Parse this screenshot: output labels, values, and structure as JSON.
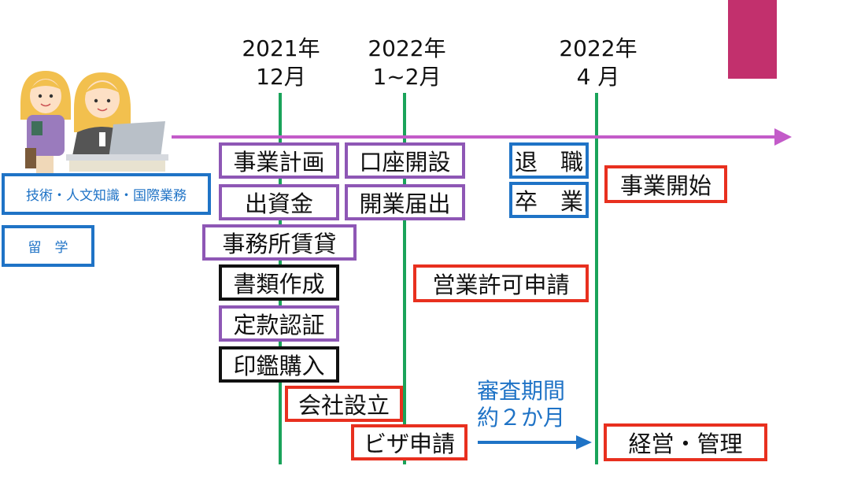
{
  "dates": {
    "d1": {
      "year": "2021年",
      "month": "12月"
    },
    "d2": {
      "year": "2022年",
      "month": "1~2月"
    },
    "d3": {
      "year": "2022年",
      "month": "4 月"
    }
  },
  "left_labels": {
    "status1": "技術・人文知識・国際業務",
    "status2": "留　学"
  },
  "col1": [
    "事業計画",
    "出資金",
    "事務所賃貸",
    "書類作成",
    "定款認証",
    "印鑑購入"
  ],
  "company": "会社設立",
  "visa": "ビザ申請",
  "col2": [
    "口座開設",
    "開業届出"
  ],
  "permit": "営業許可申請",
  "retire": [
    "退　職",
    "卒　業"
  ],
  "start": "事業開始",
  "review_period": {
    "line1": "審査期間",
    "line2": "約２か月"
  },
  "result": "経営・管理",
  "colors": {
    "timeline_arrow": "#c35bc9",
    "milestone_line": "#1aa35a",
    "purple": "#8e57b5",
    "red": "#e8301f",
    "blue": "#1f73c6",
    "accent_block": "#c2306d"
  },
  "icons": [
    "person-student-icon",
    "person-laptop-icon"
  ]
}
